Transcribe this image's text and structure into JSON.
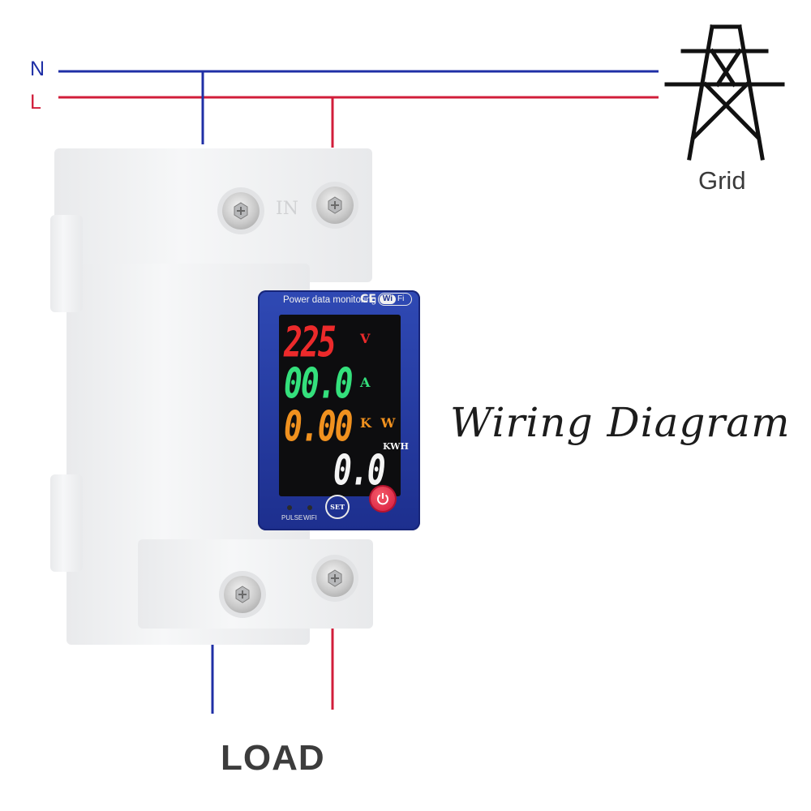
{
  "lines": {
    "neutral": {
      "label": "N",
      "color": "#1f2fa6"
    },
    "live": {
      "label": "L",
      "color": "#d11d3a"
    }
  },
  "grid": {
    "label": "Grid",
    "icon": "transmission-tower-icon"
  },
  "title": "Wiring Diagram",
  "load": {
    "label": "LOAD"
  },
  "device": {
    "panel_title": "Power data monitoring",
    "ce_mark": "CE",
    "wifi_badge_left": "Wi",
    "wifi_badge_right": "Fi",
    "readings": {
      "voltage": "225",
      "voltage_unit": "V",
      "current": "00.0",
      "current_unit": "A",
      "power": "0.00",
      "power_unit": "K W",
      "energy": "0.0",
      "energy_unit": "KWH"
    },
    "pulse_label": "PULSE",
    "wifi_label": "WIFI",
    "set_label": "SET",
    "power_button_icon": "power-icon",
    "terminal_in_label": "IN"
  }
}
